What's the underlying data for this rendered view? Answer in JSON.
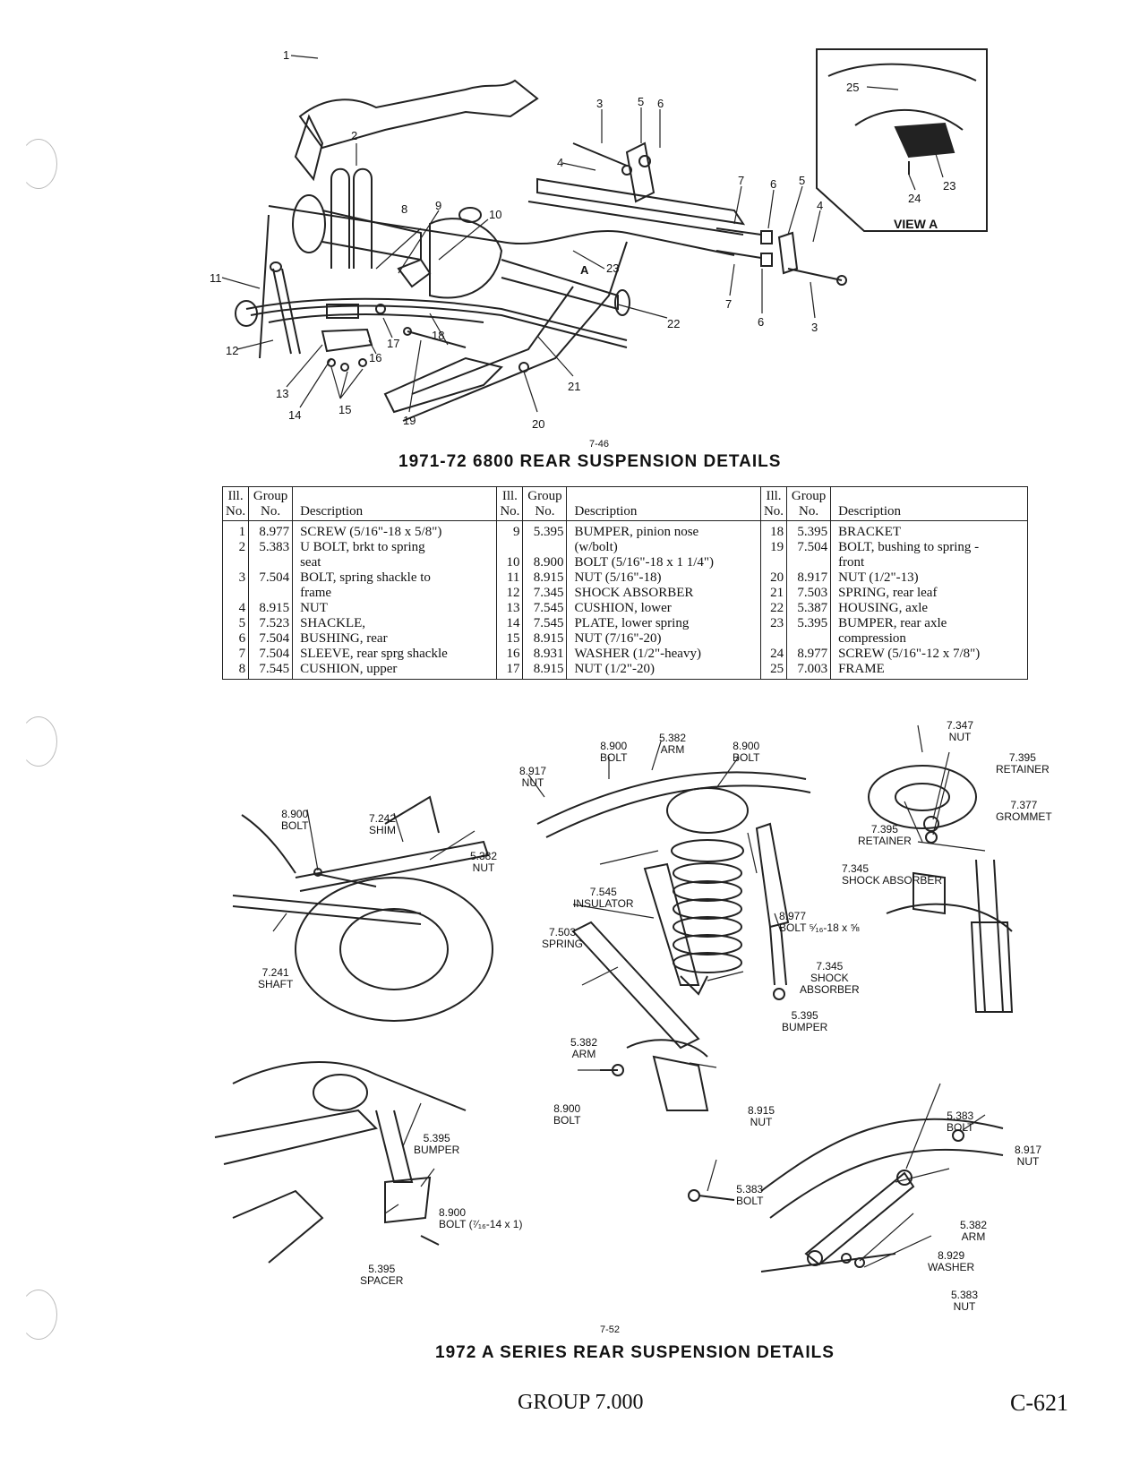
{
  "figure_top": {
    "fig_number": "7-46",
    "caption": "1971-72 6800 REAR SUSPENSION DETAILS",
    "callouts": [
      "1",
      "2",
      "3",
      "4",
      "5",
      "6",
      "7",
      "8",
      "9",
      "10",
      "11",
      "12",
      "13",
      "14",
      "15",
      "16",
      "17",
      "18",
      "19",
      "20",
      "21",
      "22",
      "23"
    ],
    "view_a": {
      "label": "VIEW A",
      "callouts": [
        "25",
        "24",
        "23"
      ]
    },
    "arrow_label": "A"
  },
  "table": {
    "headers": {
      "ill": "Ill.",
      "no": "No.",
      "group": "Group",
      "group_no": "No.",
      "desc": "Description"
    },
    "rows": [
      [
        [
          "1",
          "8.977",
          "SCREW (5/16\"-18 x 5/8\")"
        ],
        [
          "9",
          "5.395",
          "BUMPER, pinion nose"
        ],
        [
          "18",
          "5.395",
          "BRACKET"
        ]
      ],
      [
        [
          "2",
          "5.383",
          "U BOLT, brkt to spring"
        ],
        [
          "",
          "",
          "(w/bolt)"
        ],
        [
          "19",
          "7.504",
          "BOLT, bushing to spring -"
        ]
      ],
      [
        [
          "",
          "",
          "seat"
        ],
        [
          "10",
          "8.900",
          "BOLT (5/16\"-18 x 1 1/4\")"
        ],
        [
          "",
          "",
          "front"
        ]
      ],
      [
        [
          "3",
          "7.504",
          "BOLT, spring shackle to"
        ],
        [
          "11",
          "8.915",
          "NUT (5/16\"-18)"
        ],
        [
          "20",
          "8.917",
          "NUT (1/2\"-13)"
        ]
      ],
      [
        [
          "",
          "",
          "frame"
        ],
        [
          "12",
          "7.345",
          "SHOCK ABSORBER"
        ],
        [
          "21",
          "7.503",
          "SPRING, rear leaf"
        ]
      ],
      [
        [
          "4",
          "8.915",
          "NUT"
        ],
        [
          "13",
          "7.545",
          "CUSHION, lower"
        ],
        [
          "22",
          "5.387",
          "HOUSING, axle"
        ]
      ],
      [
        [
          "5",
          "7.523",
          "SHACKLE,"
        ],
        [
          "14",
          "7.545",
          "PLATE, lower spring"
        ],
        [
          "23",
          "5.395",
          "BUMPER, rear axle"
        ]
      ],
      [
        [
          "6",
          "7.504",
          "BUSHING, rear"
        ],
        [
          "15",
          "8.915",
          "NUT (7/16\"-20)"
        ],
        [
          "",
          "",
          "compression"
        ]
      ],
      [
        [
          "7",
          "7.504",
          "SLEEVE, rear sprg shackle"
        ],
        [
          "16",
          "8.931",
          "WASHER (1/2\"-heavy)"
        ],
        [
          "24",
          "8.977",
          "SCREW (5/16\"-12 x 7/8\")"
        ]
      ],
      [
        [
          "8",
          "7.545",
          "CUSHION, upper"
        ],
        [
          "17",
          "8.915",
          "NUT (1/2\"-20)"
        ],
        [
          "25",
          "7.003",
          "FRAME"
        ]
      ]
    ]
  },
  "figure_bottom": {
    "fig_number": "7-52",
    "caption": "1972 A SERIES REAR SUSPENSION DETAILS",
    "callouts": {
      "c1": {
        "n": "8.900",
        "t": "BOLT"
      },
      "c2": {
        "n": "7.242",
        "t": "SHIM"
      },
      "c3": {
        "n": "5.382",
        "t": "NUT"
      },
      "c4": {
        "n": "7.241",
        "t": "SHAFT"
      },
      "c5": {
        "n": "8.917",
        "t": "NUT"
      },
      "c6": {
        "n": "8.900",
        "t": "BOLT"
      },
      "c7": {
        "n": "5.382",
        "t": "ARM"
      },
      "c8": {
        "n": "8.900",
        "t": "BOLT"
      },
      "c9": {
        "n": "7.545",
        "t": "INSULATOR"
      },
      "c10": {
        "n": "7.503",
        "t": "SPRING"
      },
      "c11": {
        "n": "8.977",
        "t": "BOLT ⁵⁄₁₆-18 x ⅝"
      },
      "c12": {
        "n": "7.345",
        "t": "SHOCK"
      },
      "c12b": "ABSORBER",
      "c13": {
        "n": "5.395",
        "t": "BUMPER"
      },
      "c14": {
        "n": "5.382",
        "t": "ARM"
      },
      "c15": {
        "n": "8.900",
        "t": "BOLT"
      },
      "c16": {
        "n": "8.915",
        "t": "NUT"
      },
      "c17": {
        "n": "7.347",
        "t": "NUT"
      },
      "c18": {
        "n": "7.395",
        "t": "RETAINER"
      },
      "c19": {
        "n": "7.377",
        "t": "GROMMET"
      },
      "c20": {
        "n": "7.395",
        "t": "RETAINER"
      },
      "c21": {
        "n": "7.345",
        "t": "SHOCK ABSORBER"
      },
      "c22": {
        "n": "5.395",
        "t": "BUMPER"
      },
      "c23": {
        "n": "8.900",
        "t": "BOLT (⁷⁄₁₆-14 x 1)"
      },
      "c24": {
        "n": "5.395",
        "t": "SPACER"
      },
      "c25": {
        "n": "5.383",
        "t": "BOLT"
      },
      "c26": {
        "n": "8.917",
        "t": "NUT"
      },
      "c27": {
        "n": "5.383",
        "t": "BOLT"
      },
      "c28": {
        "n": "5.382",
        "t": "ARM"
      },
      "c29": {
        "n": "8.929",
        "t": "WASHER"
      },
      "c30": {
        "n": "5.383",
        "t": "NUT"
      }
    }
  },
  "footer": {
    "group": "GROUP 7.000",
    "page": "C-621"
  }
}
